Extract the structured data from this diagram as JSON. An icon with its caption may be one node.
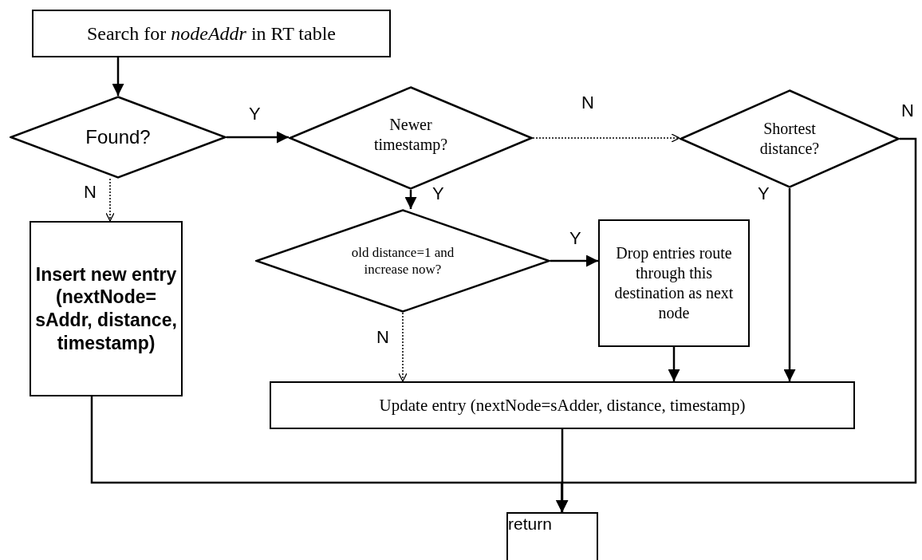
{
  "diagram": {
    "nodes": [
      {
        "text": [
          "Search for *nodeAddr* in RT table"
        ]
      },
      {
        "text": [
          "Found?"
        ]
      },
      {
        "text": [
          "Insert new entry (nextNode= sAddr, distance, timestamp)"
        ]
      },
      {
        "text": [
          "Newer timestamp?"
        ]
      },
      {
        "text": [
          "Shortest distance?"
        ]
      },
      {
        "text": [
          "old distance=1 and increase now?"
        ]
      },
      {
        "text": [
          "Drop entries route through this destination as next node"
        ]
      },
      {
        "text": [
          "Update entry (nextNode=sAdder, distance, timestamp)"
        ]
      },
      {
        "text": [
          "return"
        ]
      }
    ],
    "edges": [
      {
        "from": 0,
        "to": 1,
        "arrow": "to"
      },
      {
        "from": 1,
        "to": 3,
        "arrow": "to",
        "label": "Y"
      },
      {
        "from": 1,
        "to": 2,
        "arrow": "to",
        "label": "N",
        "style": "dashed"
      },
      {
        "from": 3,
        "to": 4,
        "arrow": "to",
        "label": "N",
        "style": "dashed"
      },
      {
        "from": 3,
        "to": 5,
        "arrow": "to",
        "label": "Y"
      },
      {
        "from": 5,
        "to": 6,
        "arrow": "to",
        "label": "Y"
      },
      {
        "from": 5,
        "to": 7,
        "arrow": "to",
        "label": "N",
        "style": "dashed"
      },
      {
        "from": 6,
        "to": 7,
        "arrow": "to"
      },
      {
        "from": 4,
        "to": 7,
        "arrow": "to",
        "label": "Y"
      },
      {
        "from": 4,
        "to": 8,
        "arrow": "to",
        "label": "N"
      },
      {
        "from": 2,
        "to": 8,
        "arrow": "to"
      },
      {
        "from": 7,
        "to": 8,
        "arrow": "to"
      }
    ]
  }
}
